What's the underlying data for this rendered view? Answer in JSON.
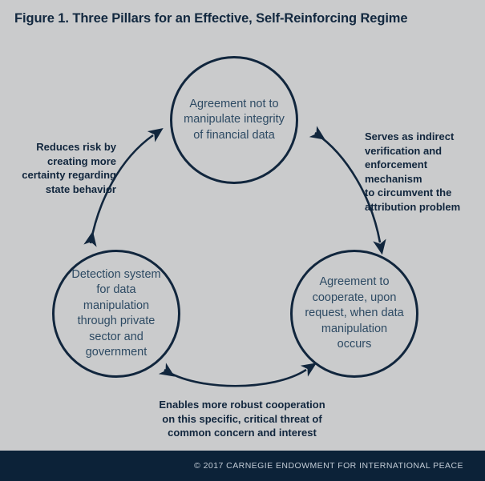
{
  "figure": {
    "title": "Figure 1. Three Pillars for an Effective, Self-Reinforcing Regime",
    "colors": {
      "background": "#cacbcc",
      "stroke_navy": "#11263d",
      "circle_text": "#2d4a63",
      "label_text": "#11263d",
      "footer_background": "#0c2238",
      "footer_text": "#c3ccd6"
    }
  },
  "pillars": [
    {
      "id": "agreement-integrity",
      "position": "top",
      "text": "Agreement not to\nmanipulate integrity\nof financial data"
    },
    {
      "id": "detection-system",
      "position": "bottom-left",
      "text": "Detection system\nfor data manipulation\nthrough private\nsector and\ngovernment"
    },
    {
      "id": "agreement-cooperate",
      "position": "bottom-right",
      "text": "Agreement to\ncooperate, upon\nrequest, when data\nmanipulation occurs"
    }
  ],
  "connections": [
    {
      "id": "left-arc",
      "from": "detection-system",
      "to": "agreement-integrity",
      "arrowheads": "both",
      "label": "Reduces risk by\ncreating more\ncertainty regarding\nstate behavior"
    },
    {
      "id": "right-arc",
      "from": "agreement-integrity",
      "to": "agreement-cooperate",
      "arrowheads": "both",
      "label": "Serves as indirect\nverification and\nenforcement mechanism\nto circumvent the\nattribution problem"
    },
    {
      "id": "bottom-arc",
      "from": "detection-system",
      "to": "agreement-cooperate",
      "arrowheads": "both",
      "label": "Enables more robust cooperation\non this specific, critical threat of\ncommon concern and interest"
    }
  ],
  "footer": {
    "credit": "© 2017 CARNEGIE ENDOWMENT FOR INTERNATIONAL PEACE"
  }
}
